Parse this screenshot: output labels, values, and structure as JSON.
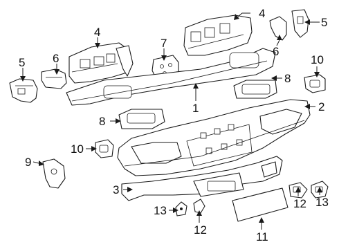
{
  "callouts": [
    {
      "id": "c1",
      "text": "1"
    },
    {
      "id": "c2",
      "text": "2"
    },
    {
      "id": "c3",
      "text": "3"
    },
    {
      "id": "c4a",
      "text": "4"
    },
    {
      "id": "c4b",
      "text": "4"
    },
    {
      "id": "c5a",
      "text": "5"
    },
    {
      "id": "c5b",
      "text": "5"
    },
    {
      "id": "c6a",
      "text": "6"
    },
    {
      "id": "c6b",
      "text": "6"
    },
    {
      "id": "c7",
      "text": "7"
    },
    {
      "id": "c8a",
      "text": "8"
    },
    {
      "id": "c8b",
      "text": "8"
    },
    {
      "id": "c9",
      "text": "9"
    },
    {
      "id": "c10a",
      "text": "10"
    },
    {
      "id": "c10b",
      "text": "10"
    },
    {
      "id": "c11",
      "text": "11"
    },
    {
      "id": "c12a",
      "text": "12"
    },
    {
      "id": "c12b",
      "text": "12"
    },
    {
      "id": "c13a",
      "text": "13"
    },
    {
      "id": "c13b",
      "text": "13"
    }
  ]
}
